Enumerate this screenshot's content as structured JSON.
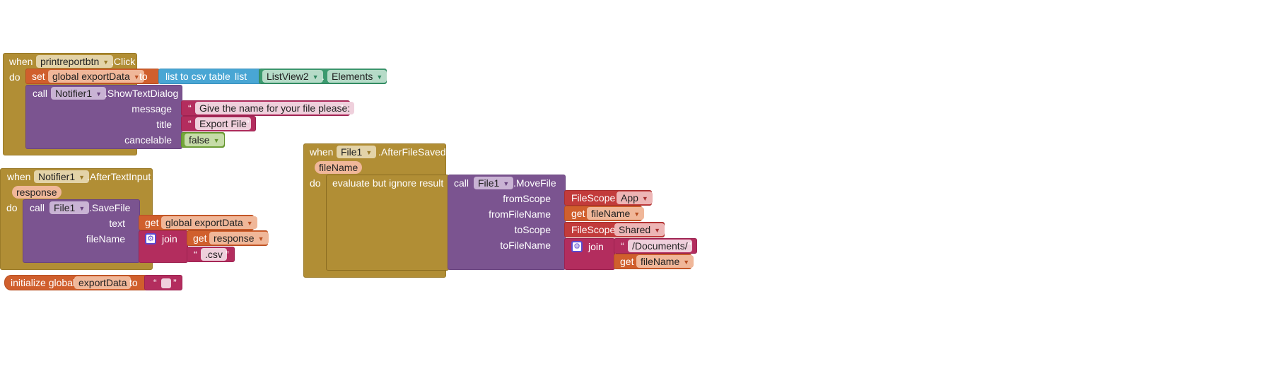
{
  "labels": {
    "when": "when",
    "do": "do",
    "set": "set",
    "to": "to",
    "call": "call",
    "get": "get",
    "join": "join",
    "dot": ".",
    "open_quote": "“",
    "close_quote": "”"
  },
  "block1": {
    "component": "printreportbtn",
    "event": ".Click",
    "set_variable": "global exportData",
    "list_to_csv": "list to csv table",
    "list_word": "list",
    "listview": "ListView2",
    "property": "Elements",
    "notifier": "Notifier1",
    "method": ".ShowTextDialog",
    "message_label": "message",
    "message_value": "Give the name for your file please:",
    "title_label": "title",
    "title_value": "Export File",
    "cancelable_label": "cancelable",
    "cancelable_value": "false"
  },
  "block2": {
    "component": "Notifier1",
    "event": ".AfterTextInput",
    "param": "response",
    "file": "File1",
    "method": ".SaveFile",
    "text_label": "text",
    "text_var": "global exportData",
    "filename_label": "fileName",
    "join_get": "response",
    "csv": ".csv"
  },
  "block3": {
    "prefix": "initialize global",
    "name": "exportData",
    "to": "to"
  },
  "block4": {
    "component": "File1",
    "event": ".AfterFileSaved",
    "param": "fileName",
    "evaluate": "evaluate but ignore result",
    "file": "File1",
    "method": ".MoveFile",
    "from_scope_label": "fromScope",
    "from_scope_word": "FileScope",
    "from_scope_value": "App",
    "from_filename_label": "fromFileName",
    "from_filename_get": "fileName",
    "to_scope_label": "toScope",
    "to_scope_word": "FileScope",
    "to_scope_value": "Shared",
    "to_filename_label": "toFileName",
    "to_filename_text": "/Documents/",
    "to_filename_get": "fileName"
  },
  "colors": {
    "event": "#b18e35",
    "procedure": "#7b5490",
    "variable": "#d05f2d",
    "text": "#b32d5e",
    "list": "#49a6d4",
    "component": "#3c9a6f",
    "logic": "#73a53a",
    "filescope": "#c23b3b"
  }
}
